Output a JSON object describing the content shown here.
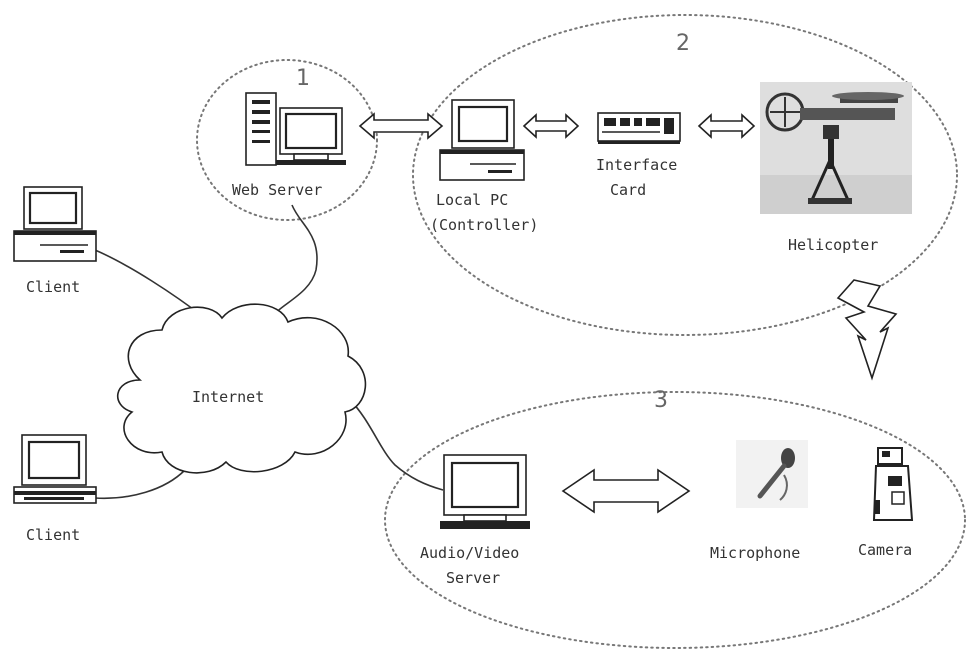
{
  "zones": {
    "zone1_number": "1",
    "zone2_number": "2",
    "zone3_number": "3"
  },
  "nodes": {
    "web_server": "Web Server",
    "local_pc_line1": "Local PC",
    "local_pc_line2": "(Controller)",
    "interface_card_line1": "Interface",
    "interface_card_line2": "Card",
    "helicopter": "Helicopter",
    "client_top": "Client",
    "client_bottom": "Client",
    "internet": "Internet",
    "av_server_line1": "Audio/Video",
    "av_server_line2": "Server",
    "microphone": "Microphone",
    "camera": "Camera"
  },
  "icons": [
    "desktop-computer-icon",
    "tower-server-icon",
    "interface-card-icon",
    "helicopter-photo",
    "microphone-icon",
    "camera-icon",
    "cloud-icon",
    "double-arrow-icon",
    "lightning-arrow-icon"
  ]
}
